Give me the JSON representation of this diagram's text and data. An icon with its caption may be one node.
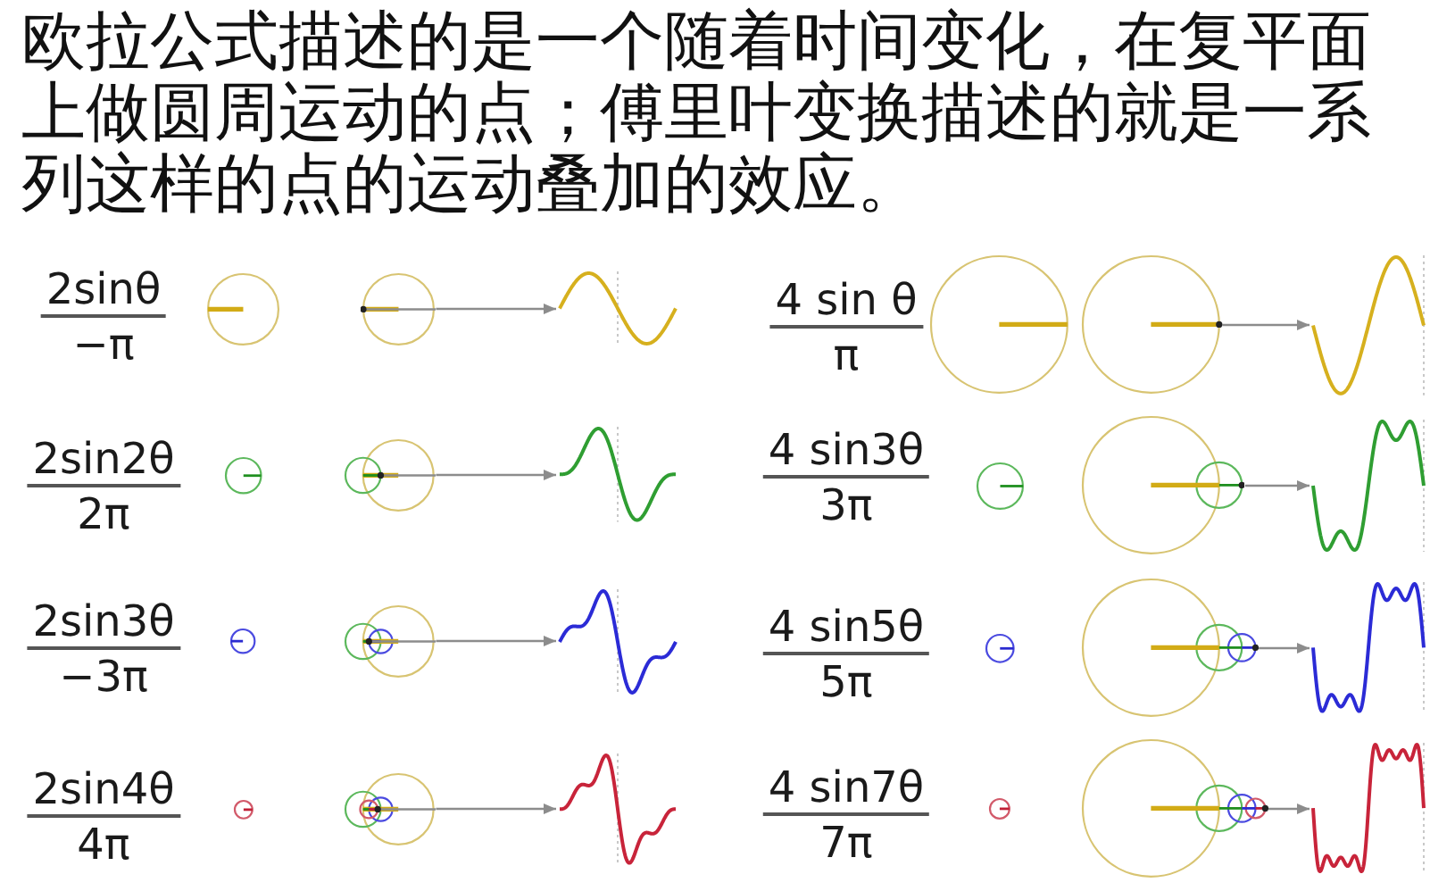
{
  "diagram": {
    "caption": "欧拉公式描述的是一个随着时间变化，在复平面上做圆周运动的点；傅里叶变换描述的就是一系列这样的点的运动叠加的效应。",
    "nodes": [
      {
        "text": [],
        "shape": "picture"
      },
      {
        "text": [],
        "shape": "picture"
      },
      {
        "text": [],
        "shape": "picture"
      },
      {
        "text": [],
        "shape": "picture"
      },
      {
        "text": [],
        "shape": "picture"
      },
      {
        "text": [],
        "shape": "picture"
      },
      {
        "text": [],
        "shape": "picture"
      },
      {
        "text": [],
        "shape": "picture"
      },
      {
        "text": [],
        "shape": "picture"
      },
      {
        "text": [],
        "shape": "picture"
      },
      {
        "text": [],
        "shape": "picture"
      },
      {
        "text": [],
        "shape": "picture"
      },
      {
        "text": [],
        "shape": "picture"
      },
      {
        "text": [],
        "shape": "picture"
      },
      {
        "text": [],
        "shape": "picture"
      },
      {
        "text": [],
        "shape": "picture"
      }
    ],
    "edges": [
      {
        "from": 0,
        "to": 1,
        "arrow": "to"
      },
      {
        "from": 2,
        "to": 3,
        "arrow": "to"
      },
      {
        "from": 4,
        "to": 5,
        "arrow": "to"
      },
      {
        "from": 6,
        "to": 7,
        "arrow": "to"
      },
      {
        "from": 8,
        "to": 9,
        "arrow": "to"
      },
      {
        "from": 10,
        "to": 11,
        "arrow": "to"
      },
      {
        "from": 12,
        "to": 13,
        "arrow": "to"
      },
      {
        "from": 14,
        "to": 15,
        "arrow": "to"
      }
    ],
    "labels": [
      "2sinθ",
      "−π",
      "4 sin θ",
      "π",
      "2sin2θ",
      "2π",
      "4 sin3θ",
      "3π",
      "2sin3θ",
      "−3π",
      "4 sin5θ",
      "5π",
      "2sin4θ",
      "4π",
      "4 sin7θ",
      "7π"
    ]
  }
}
